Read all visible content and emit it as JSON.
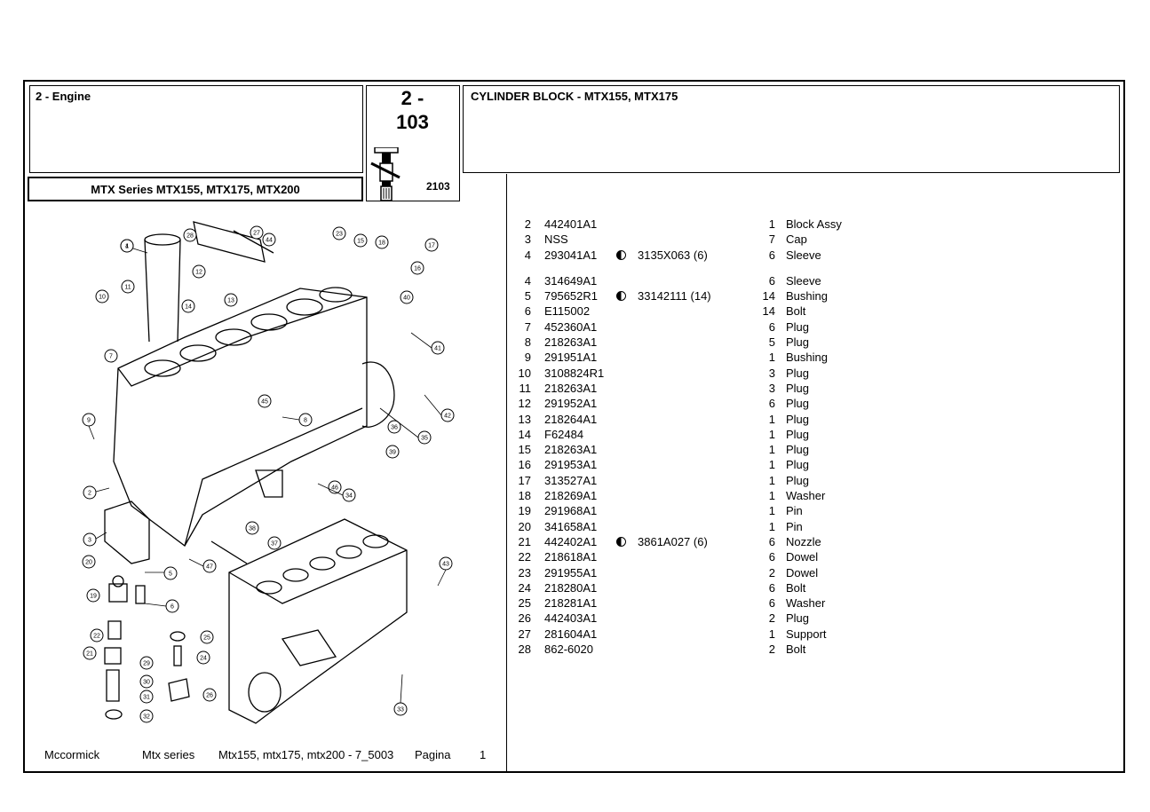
{
  "header": {
    "section": "2 - Engine",
    "page_number": "2 -\n103",
    "page_code": "2103",
    "title": "CYLINDER BLOCK - MTX155, MTX175",
    "series": "MTX Series MTX155, MTX175, MTX200"
  },
  "parts": [
    {
      "pos": "2",
      "code": "442401A1",
      "alt": "",
      "qty": "1",
      "desc": "Block Assy"
    },
    {
      "pos": "3",
      "code": "NSS",
      "alt": "",
      "qty": "7",
      "desc": "Cap"
    },
    {
      "pos": "4",
      "code": "293041A1",
      "alt": "3135X063  (6)",
      "qty": "6",
      "desc": "Sleeve"
    },
    {
      "pos": "4",
      "code": "314649A1",
      "alt": "",
      "qty": "6",
      "desc": "Sleeve"
    },
    {
      "pos": "5",
      "code": "795652R1",
      "alt": "33142111  (14)",
      "qty": "14",
      "desc": "Bushing"
    },
    {
      "pos": "6",
      "code": "E115002",
      "alt": "",
      "qty": "14",
      "desc": "Bolt"
    },
    {
      "pos": "7",
      "code": "452360A1",
      "alt": "",
      "qty": "6",
      "desc": "Plug"
    },
    {
      "pos": "8",
      "code": "218263A1",
      "alt": "",
      "qty": "5",
      "desc": "Plug"
    },
    {
      "pos": "9",
      "code": "291951A1",
      "alt": "",
      "qty": "1",
      "desc": "Bushing"
    },
    {
      "pos": "10",
      "code": "3108824R1",
      "alt": "",
      "qty": "3",
      "desc": "Plug"
    },
    {
      "pos": "11",
      "code": "218263A1",
      "alt": "",
      "qty": "3",
      "desc": "Plug"
    },
    {
      "pos": "12",
      "code": "291952A1",
      "alt": "",
      "qty": "6",
      "desc": "Plug"
    },
    {
      "pos": "13",
      "code": "218264A1",
      "alt": "",
      "qty": "1",
      "desc": "Plug"
    },
    {
      "pos": "14",
      "code": "F62484",
      "alt": "",
      "qty": "1",
      "desc": "Plug"
    },
    {
      "pos": "15",
      "code": "218263A1",
      "alt": "",
      "qty": "1",
      "desc": "Plug"
    },
    {
      "pos": "16",
      "code": "291953A1",
      "alt": "",
      "qty": "1",
      "desc": "Plug"
    },
    {
      "pos": "17",
      "code": "313527A1",
      "alt": "",
      "qty": "1",
      "desc": "Plug"
    },
    {
      "pos": "18",
      "code": "218269A1",
      "alt": "",
      "qty": "1",
      "desc": "Washer"
    },
    {
      "pos": "19",
      "code": "291968A1",
      "alt": "",
      "qty": "1",
      "desc": "Pin"
    },
    {
      "pos": "20",
      "code": "341658A1",
      "alt": "",
      "qty": "1",
      "desc": "Pin"
    },
    {
      "pos": "21",
      "code": "442402A1",
      "alt": "3861A027  (6)",
      "qty": "6",
      "desc": "Nozzle"
    },
    {
      "pos": "22",
      "code": "218618A1",
      "alt": "",
      "qty": "6",
      "desc": "Dowel"
    },
    {
      "pos": "23",
      "code": "291955A1",
      "alt": "",
      "qty": "2",
      "desc": "Dowel"
    },
    {
      "pos": "24",
      "code": "218280A1",
      "alt": "",
      "qty": "6",
      "desc": "Bolt"
    },
    {
      "pos": "25",
      "code": "218281A1",
      "alt": "",
      "qty": "6",
      "desc": "Washer"
    },
    {
      "pos": "26",
      "code": "442403A1",
      "alt": "",
      "qty": "2",
      "desc": "Plug"
    },
    {
      "pos": "27",
      "code": "281604A1",
      "alt": "",
      "qty": "1",
      "desc": "Support"
    },
    {
      "pos": "28",
      "code": "862-6020",
      "alt": "",
      "qty": "2",
      "desc": "Bolt"
    }
  ],
  "callouts": [
    "1",
    "2",
    "3",
    "4",
    "5",
    "6",
    "7",
    "8",
    "9",
    "10",
    "11",
    "12",
    "13",
    "14",
    "15",
    "16",
    "17",
    "18",
    "19",
    "20",
    "21",
    "22",
    "23",
    "24",
    "25",
    "26",
    "27",
    "28",
    "29",
    "30",
    "31",
    "32",
    "33",
    "34",
    "35",
    "36",
    "37",
    "38",
    "39",
    "40",
    "41",
    "42",
    "43",
    "44",
    "45",
    "46",
    "47"
  ],
  "footer": {
    "brand": "Mccormick",
    "series": "Mtx series",
    "models": "Mtx155, mtx175, mtx200 - 7_5003",
    "page_label": "Pagina",
    "page": "1"
  }
}
